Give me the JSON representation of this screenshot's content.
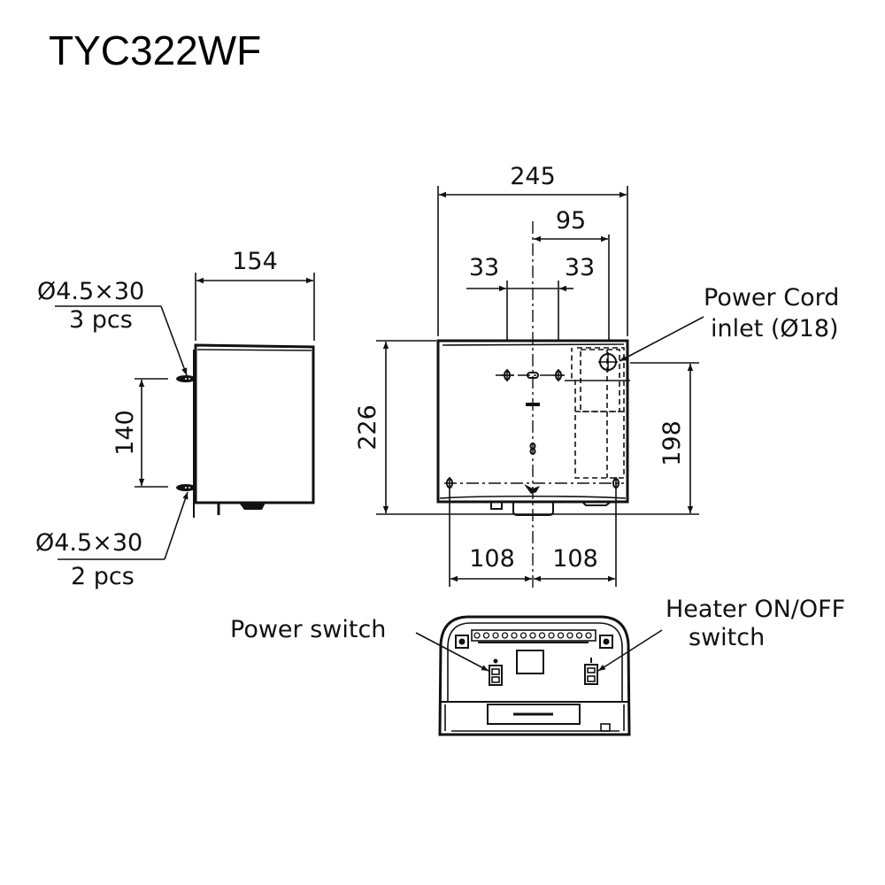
{
  "title": "TYC322WF",
  "side_view": {
    "width_dim": "154",
    "screw_spacing_dim": "140",
    "top_screws": {
      "spec": "Ø4.5×30",
      "qty": "3 pcs"
    },
    "bottom_screws": {
      "spec": "Ø4.5×30",
      "qty": "2 pcs"
    }
  },
  "rear_view": {
    "overall_width_dim": "245",
    "offset_dim": "95",
    "left_hole_dim": "33",
    "right_hole_dim": "33",
    "overall_height_dim": "226",
    "inlet_height_dim": "198",
    "bottom_left_dim": "108",
    "bottom_right_dim": "108",
    "power_cord_label_line1": "Power Cord",
    "power_cord_label_line2": "inlet (Ø18)"
  },
  "bottom_view": {
    "power_switch_label": "Power switch",
    "heater_switch_label_line1": "Heater ON/OFF",
    "heater_switch_label_line2": "switch"
  }
}
